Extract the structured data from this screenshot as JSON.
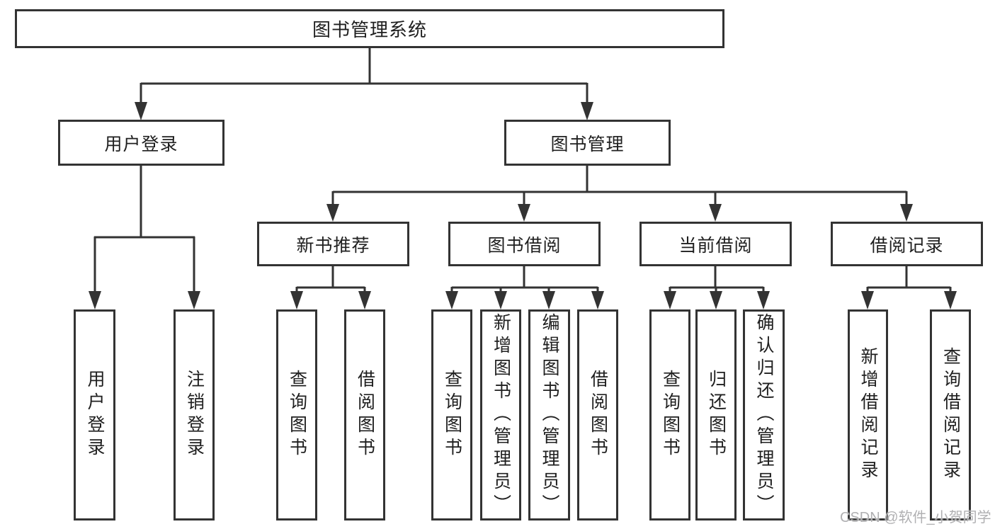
{
  "tree": {
    "root": {
      "label": "图书管理系统"
    },
    "branches": [
      {
        "label": "用户登录",
        "children": [
          {
            "label": "用户登录"
          },
          {
            "label": "注销登录"
          }
        ]
      },
      {
        "label": "图书管理",
        "sections": [
          {
            "label": "新书推荐",
            "children": [
              {
                "label": "查询图书"
              },
              {
                "label": "借阅图书"
              }
            ]
          },
          {
            "label": "图书借阅",
            "children": [
              {
                "label": "查询图书"
              },
              {
                "label": "新增图书（管理员）"
              },
              {
                "label": "编辑图书（管理员）"
              },
              {
                "label": "借阅图书"
              }
            ]
          },
          {
            "label": "当前借阅",
            "children": [
              {
                "label": "查询图书"
              },
              {
                "label": "归还图书"
              },
              {
                "label": "确认归还（管理员）"
              }
            ]
          },
          {
            "label": "借阅记录",
            "children": [
              {
                "label": "新增借阅记录"
              },
              {
                "label": "查询借阅记录"
              }
            ]
          }
        ]
      }
    ]
  },
  "watermark": {
    "text": "CSDN @软件_小贺同学"
  },
  "colors": {
    "line": "#333333",
    "text": "#1f1f1f",
    "watermark": "#b0b0b2",
    "background": "#ffffff"
  }
}
